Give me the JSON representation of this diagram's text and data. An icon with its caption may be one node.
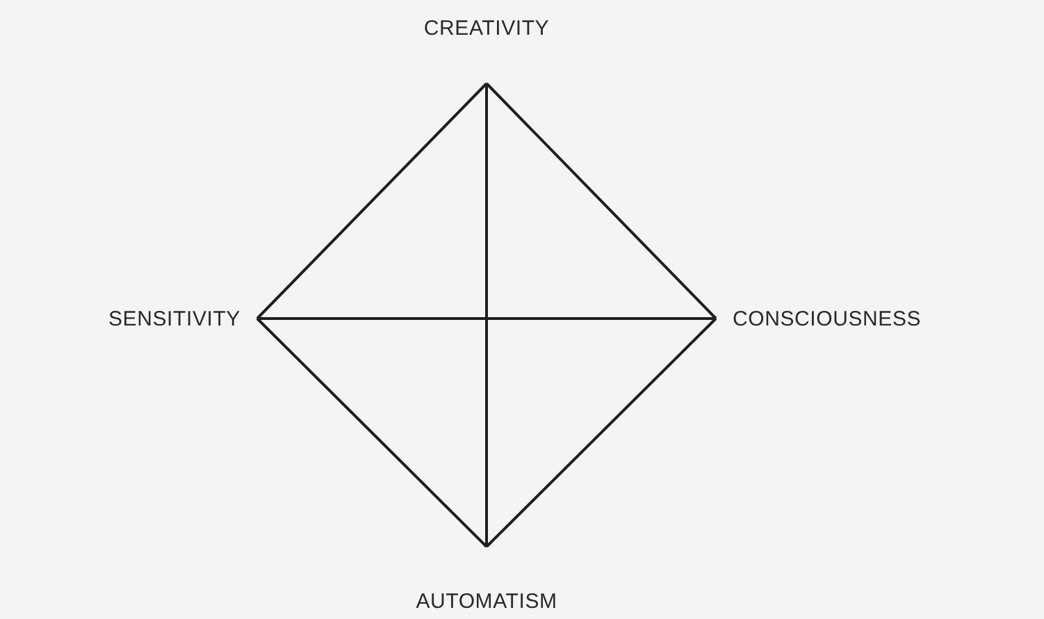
{
  "diagram": {
    "nodes": [
      {
        "text": [
          "CREATIVITY"
        ]
      },
      {
        "text": [
          "SENSITIVITY"
        ]
      },
      {
        "text": [
          "CONSCIOUSNESS"
        ]
      },
      {
        "text": [
          "AUTOMATISM"
        ]
      }
    ],
    "edges": [
      {
        "from": 0,
        "to": 1,
        "arrow": "none"
      },
      {
        "from": 0,
        "to": 2,
        "arrow": "none"
      },
      {
        "from": 1,
        "to": 3,
        "arrow": "none"
      },
      {
        "from": 2,
        "to": 3,
        "arrow": "none"
      },
      {
        "from": 0,
        "to": 3,
        "arrow": "none"
      },
      {
        "from": 1,
        "to": 2,
        "arrow": "none"
      }
    ]
  }
}
